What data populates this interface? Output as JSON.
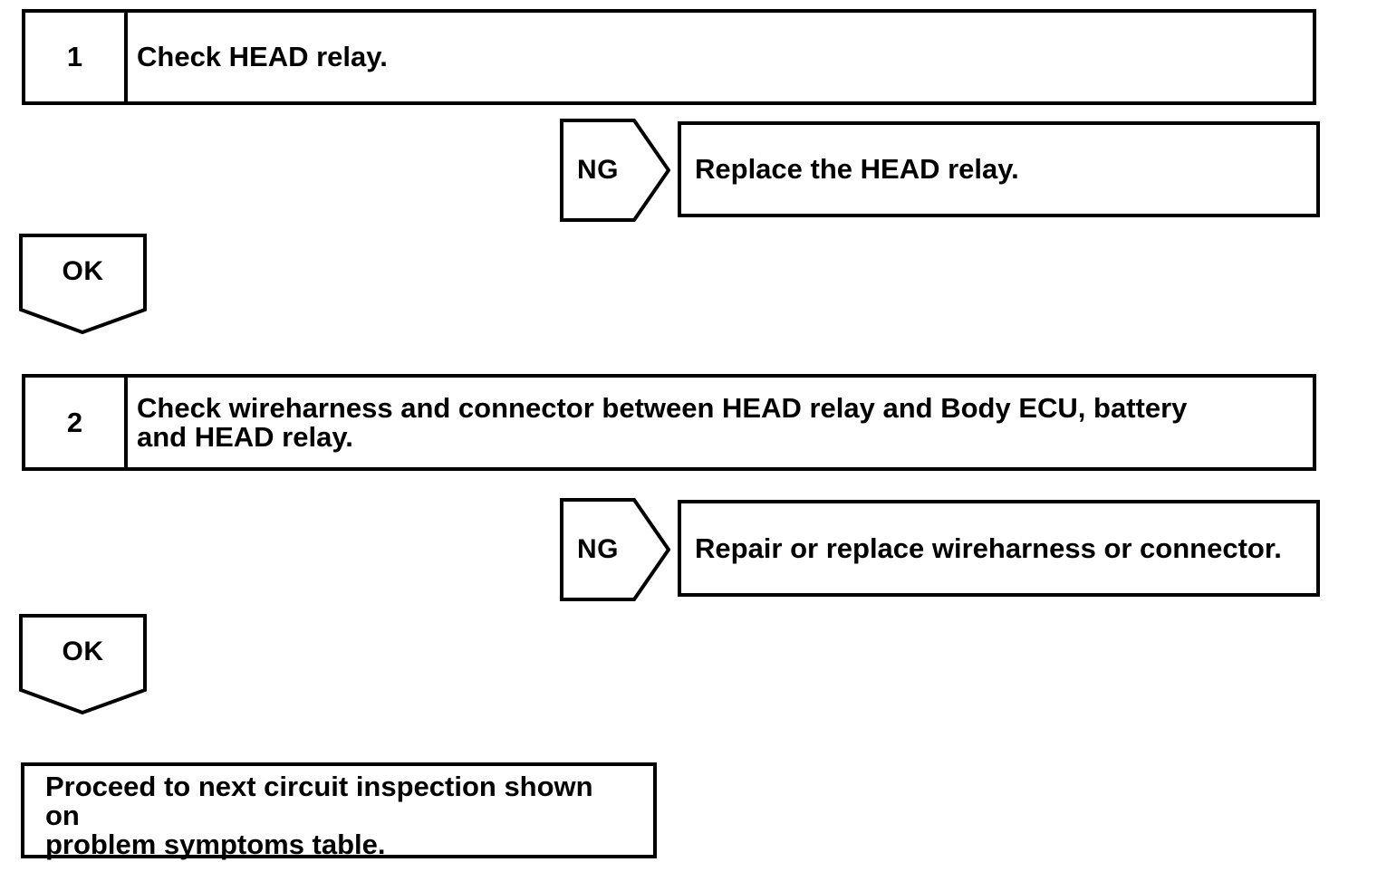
{
  "diagram": {
    "type": "troubleshooting-flowchart",
    "ng_label": "NG",
    "ok_label": "OK",
    "steps": [
      {
        "number": "1",
        "instruction_lines": [
          "Check HEAD relay."
        ],
        "ng_result": "Replace the HEAD relay."
      },
      {
        "number": "2",
        "instruction_lines": [
          "Check wireharness and connector between HEAD relay and Body ECU, battery",
          "and HEAD relay."
        ],
        "ng_result": "Repair or replace wireharness or connector."
      }
    ],
    "final_action_lines": [
      "Proceed to next circuit inspection shown on",
      "problem symptoms table."
    ]
  },
  "colors": {
    "line": "#000000",
    "background": "#ffffff",
    "text": "#000000"
  }
}
